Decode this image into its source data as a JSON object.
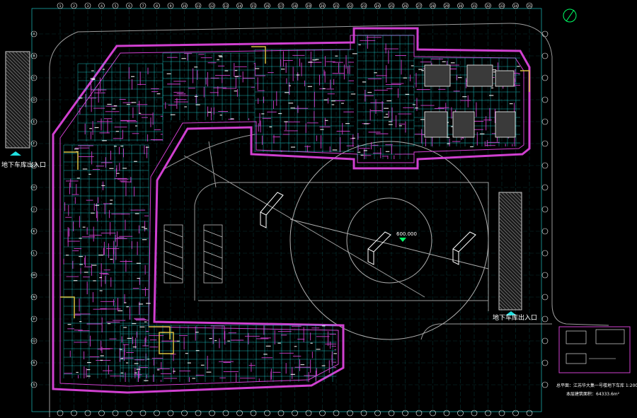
{
  "drawing": {
    "entrance_left": "地下车库出入口",
    "entrance_right": "地下车库出入口",
    "center_mark": "600.000",
    "title_line": "总平面：江苏华大集一号楼地下车库 1:200",
    "area_line": "本层建筑面积：64333.6m²",
    "grid_numbers_top": [
      "1",
      "2",
      "3",
      "4",
      "5",
      "6",
      "7",
      "8",
      "9",
      "10",
      "11",
      "12",
      "13",
      "14",
      "15",
      "16",
      "17",
      "18",
      "19",
      "20",
      "21",
      "22",
      "23",
      "24",
      "25",
      "26",
      "27",
      "28",
      "29",
      "30",
      "31",
      "32",
      "33",
      "34",
      "35"
    ],
    "grid_letters_left": [
      "A",
      "B",
      "C",
      "D",
      "E",
      "F",
      "G",
      "H",
      "J",
      "K",
      "L",
      "M",
      "N",
      "P",
      "Q",
      "R",
      "S"
    ]
  },
  "colors": {
    "background": "#000000",
    "wall_outline": "#d040d0",
    "structure": "#20e0e0",
    "text": "#ffffff",
    "accent": "#00ff66",
    "hatch": "#c0c0c0",
    "road": "#9a9a9a"
  }
}
